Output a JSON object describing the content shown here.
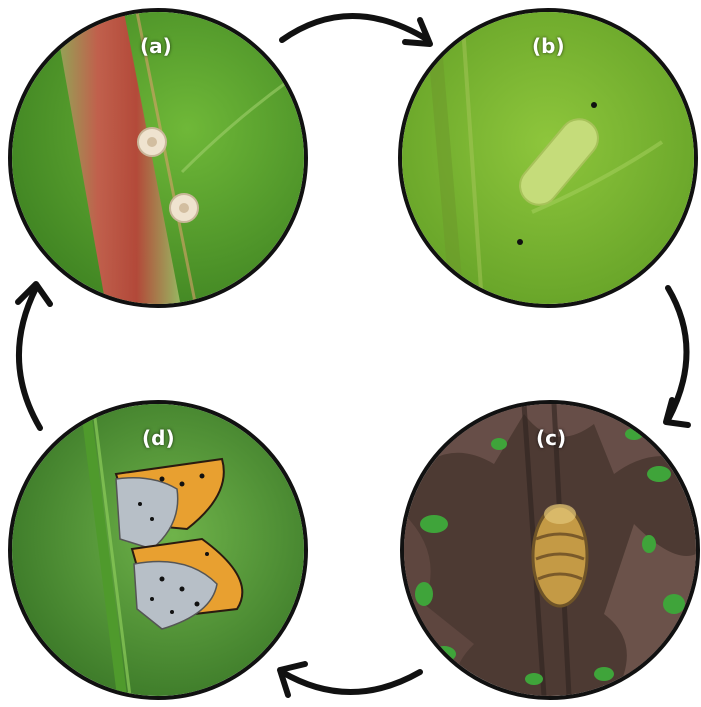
{
  "stages": [
    {
      "label": "(a)",
      "picture": "eggs-on-leaf"
    },
    {
      "label": "(b)",
      "picture": "larva-on-leaf"
    },
    {
      "label": "(c)",
      "picture": "pupa-on-dry-leaf"
    },
    {
      "label": "(d)",
      "picture": "mating-butterflies"
    }
  ],
  "colors": {
    "leaf_green": "#4e9a2a",
    "stem_red": "#b8453a",
    "dry_leaf_brown": "#5a4038",
    "butterfly_orange": "#e8a030",
    "butterfly_grey": "#b7bfc7",
    "arrow": "#111111",
    "outline": "#111111"
  }
}
